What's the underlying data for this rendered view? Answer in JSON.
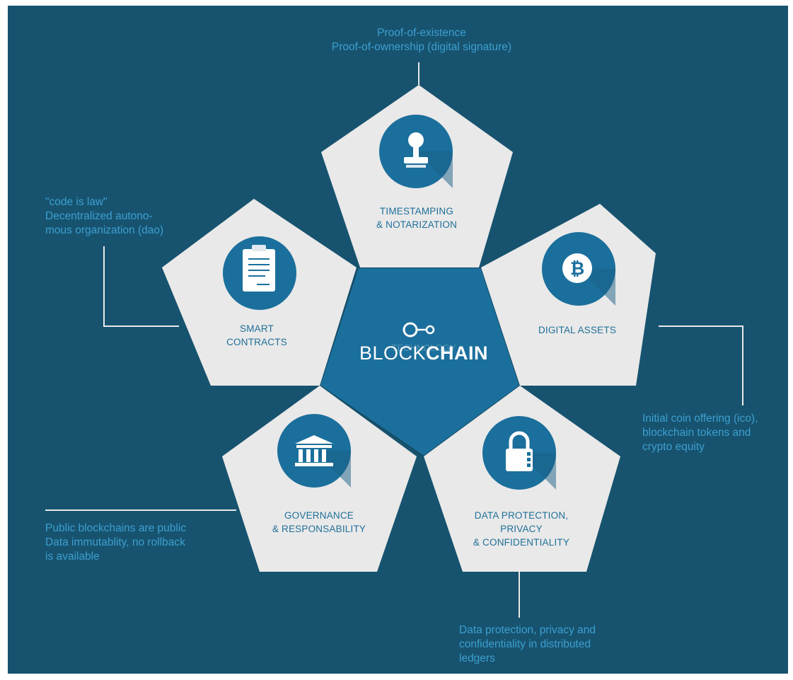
{
  "colors": {
    "background": "#17536f",
    "pentagon": "#e9e9e9",
    "center": "#1b6f9c",
    "icon_circle": "#1b6f9c",
    "label_text": "#1e6f99",
    "annotation_text": "#3c9fd0"
  },
  "center": {
    "word_light": "BLOCK",
    "word_bold": "CHAIN",
    "watermark": "TECHNOLOGY",
    "icon": "chain-link-icon"
  },
  "pentagons": [
    {
      "id": "timestamping",
      "label": "TIMESTAMPING\n& NOTARIZATION",
      "icon": "stamp-icon"
    },
    {
      "id": "digital-assets",
      "label": "DIGITAL ASSETS",
      "icon": "bitcoin-icon"
    },
    {
      "id": "smart-contracts",
      "label": "SMART\nCONTRACTS",
      "icon": "clipboard-icon"
    },
    {
      "id": "governance",
      "label": "GOVERNANCE\n& RESPONSABILITY",
      "icon": "bank-icon"
    },
    {
      "id": "data-protection",
      "label": "DATA PROTECTION,\nPRIVACY\n& CONFIDENTIALITY",
      "icon": "padlock-icon"
    }
  ],
  "annotations": {
    "timestamping": "Proof-of-existence\nProof-of-ownership (digital signature)",
    "smart_contracts": "\"code is law\"\nDecentralized autono-\nmous organization (dao)",
    "digital_assets": "Initial coin offering (ico),\nblockchain tokens and\ncrypto equity",
    "governance": "Public blockchains are public\nData immutablity, no rollback\nis available",
    "data_protection": "Data protection, privacy and\nconfidentiality in distributed\nledgers"
  }
}
